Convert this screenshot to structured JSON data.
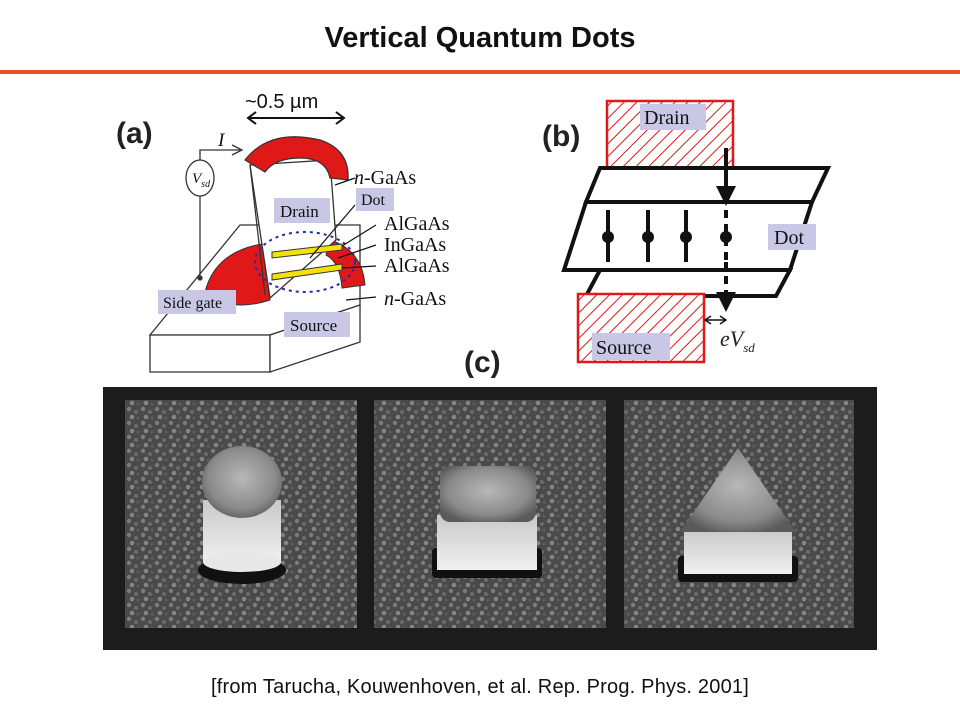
{
  "header": {
    "title": "Vertical Quantum Dots"
  },
  "panel_a": {
    "label": "(a)",
    "width_label": "~0.5 µm",
    "current_symbol": "I",
    "voltage_symbol_base": "V",
    "voltage_symbol_sub": "sd",
    "layers": [
      "n-GaAs",
      "AlGaAs",
      "InGaAs",
      "AlGaAs",
      "n-GaAs"
    ],
    "boxes": {
      "drain": "Drain",
      "dot": "Dot",
      "side_gate": "Side gate",
      "source": "Source"
    }
  },
  "panel_b": {
    "label": "(b)",
    "drain": "Drain",
    "dot": "Dot",
    "source": "Source",
    "bias_base": "eV",
    "bias_sub": "sd"
  },
  "panel_c": {
    "label": "(c)",
    "shapes": [
      "circle",
      "square",
      "triangle"
    ]
  },
  "citation": "[from Tarucha, Kouwenhoven, et al. Rep. Prog. Phys. 2001]",
  "colors": {
    "accent_rule": "#e8532a",
    "contact_red": "#e01818",
    "label_box": "#c8c8e6",
    "sem_background": "#1c1c1c"
  }
}
